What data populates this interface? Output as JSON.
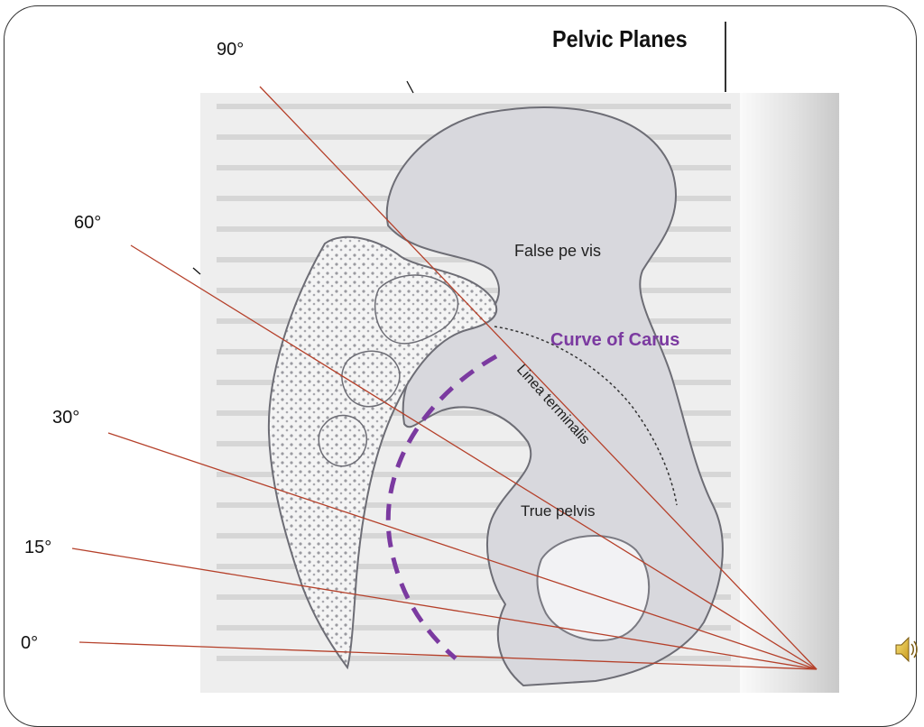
{
  "title": "Pelvic Planes",
  "angles": [
    {
      "label": "90°"
    },
    {
      "label": "60°"
    },
    {
      "label": "30°"
    },
    {
      "label": "15°"
    },
    {
      "label": "0°"
    }
  ],
  "labels": {
    "false_pelvis": "False pe vis",
    "curve_of_carus": "Curve of Carus",
    "linea_terminalis": "Linea terminalis",
    "true_pelvis": "True pelvis"
  },
  "colors": {
    "plane_line": "#b5402a",
    "carus_curve": "#7b3aa0",
    "bone_fill": "#d9d9de",
    "bone_stroke": "#6d6d75",
    "spongy_fill": "#f2f2f2",
    "background_grey": "#e3e3e3"
  },
  "icons": {
    "audio": "speaker-icon"
  }
}
